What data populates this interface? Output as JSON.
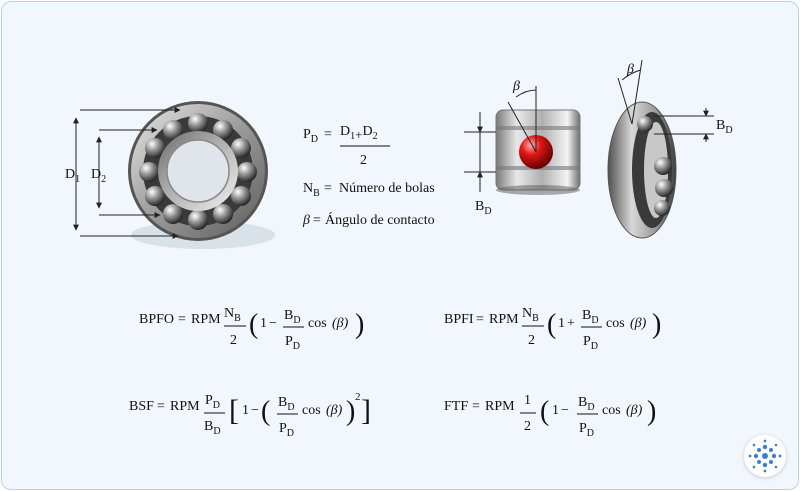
{
  "labels": {
    "d1_main": "D",
    "d1_sub": "1",
    "d2_main": "D",
    "d2_sub": "2",
    "beta": "β",
    "bd_main": "B",
    "bd_sub": "D",
    "bd_right_main": "B",
    "bd_right_sub": "D",
    "beta_right": "β"
  },
  "definitions": {
    "pd_lhs": "P",
    "pd_lhs_sub": "D",
    "eq": "=",
    "pd_num_d": "D",
    "pd_num_1": "1",
    "pd_plus": "+",
    "pd_num_d2": "D",
    "pd_num_2": "2",
    "pd_den": "2",
    "nb_lhs": "N",
    "nb_lhs_sub": "B",
    "nb_rhs": "Número de bolas",
    "beta_lhs": "β",
    "beta_rhs": "Ángulo de contacto"
  },
  "formulas": {
    "bpfo_name": "BPFO",
    "bpfi_name": "BPFI",
    "bsf_name": "BSF",
    "ftf_name": "FTF",
    "rpm": "RPM",
    "n": "N",
    "n_sub": "B",
    "p": "P",
    "p_sub": "D",
    "b": "B",
    "b_sub": "D",
    "two": "2",
    "one": "1",
    "minus": "−",
    "plus": "+",
    "cos": "cos",
    "beta_paren": "(β)",
    "lparen": "(",
    "rparen": ")",
    "lbracket": "[",
    "rbracket": "]",
    "square": "2"
  },
  "logo": {
    "icon": "dot-cluster-logo-icon",
    "color": "#3a7fd0"
  }
}
